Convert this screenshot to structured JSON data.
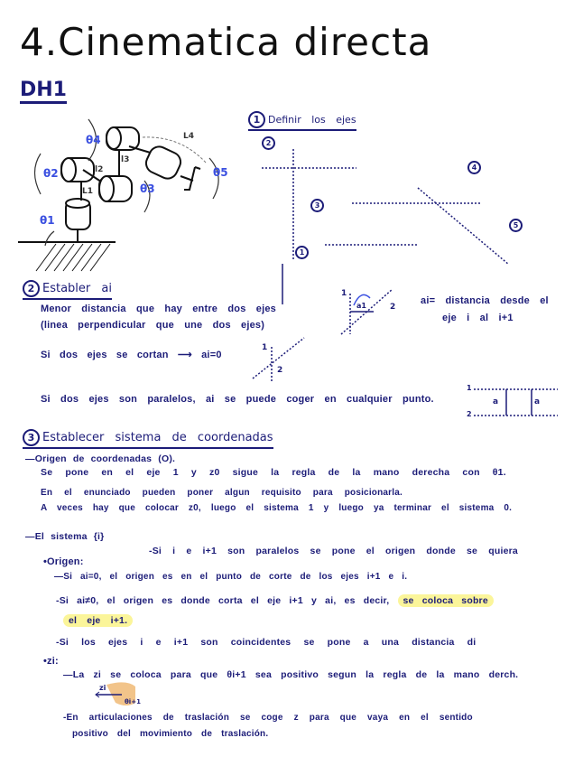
{
  "title": "4.Cinematica directa",
  "subtitle": "DH1",
  "robot_diagram": {
    "labels": [
      "θ4",
      "θ2",
      "θ3",
      "θ5",
      "θ1",
      "L4",
      "l3",
      "l2",
      "L1"
    ]
  },
  "step1": {
    "number": "1",
    "heading": "Definir los ejes",
    "axis_labels": [
      "2",
      "3",
      "4",
      "5",
      "1"
    ]
  },
  "step2": {
    "number": "2",
    "heading": "Establer ai",
    "line1": "Menor distancia que hay entre dos ejes",
    "line2": "(linea perpendicular que une dos ejes)",
    "definition1": "ai= distancia desde el",
    "definition2": "eje i al i+1",
    "cut_rule": "Si dos ejes se cortan ⟶ ai=0",
    "parallel_rule": "Si dos ejes son paralelos, ai se puede coger en cualquier punto.",
    "diagram_labels": {
      "one": "1",
      "two": "2",
      "a": "a",
      "a1": "a1"
    }
  },
  "step3": {
    "number": "3",
    "heading": "Establecer sistema de coordenadas",
    "origin_title": "—Origen de coordenadas (O).",
    "origin_lines": [
      "Se pone en el eje 1 y z0 sigue la regla de la mano derecha con θ1.",
      "En el enunciado pueden poner algun requisito para posicionarla.",
      "A veces hay que colocar z0, luego el sistema 1 y luego ya terminar el sistema 0."
    ],
    "system_title": "—El sistema {i}",
    "origen_label": "•Origen:",
    "parallel_note": "-Si i e i+1 son paralelos se pone el origen donde se quiera",
    "rule_zero": "—Si ai=0, el origen es en el punto de corte de los ejes i+1 e i.",
    "rule_nonzero": "-Si ai≠0, el origen es donde corta el eje i+1 y ai, es decir,",
    "rule_nonzero_hl1": "se coloca sobre",
    "rule_nonzero_hl2": "el eje i+1.",
    "rule_coincident": "-Si los ejes i e i+1 son coincidentes se pone a una distancia di",
    "z_label": "•zi:",
    "z_rule": "—La zi se coloca para que θi+1 sea positivo segun la regla de la mano derch.",
    "hand_labels": {
      "z": "zi",
      "theta": "θi+1"
    },
    "translation_rule1": "-En articulaciones de traslación se coge z para que vaya en el sentido",
    "translation_rule2": "positivo del movimiento de traslación."
  },
  "colors": {
    "ink": "#1c1c78",
    "accent_blue": "#3a4fe0",
    "highlight": "#fbf59a",
    "hand": "#f2c48a"
  }
}
